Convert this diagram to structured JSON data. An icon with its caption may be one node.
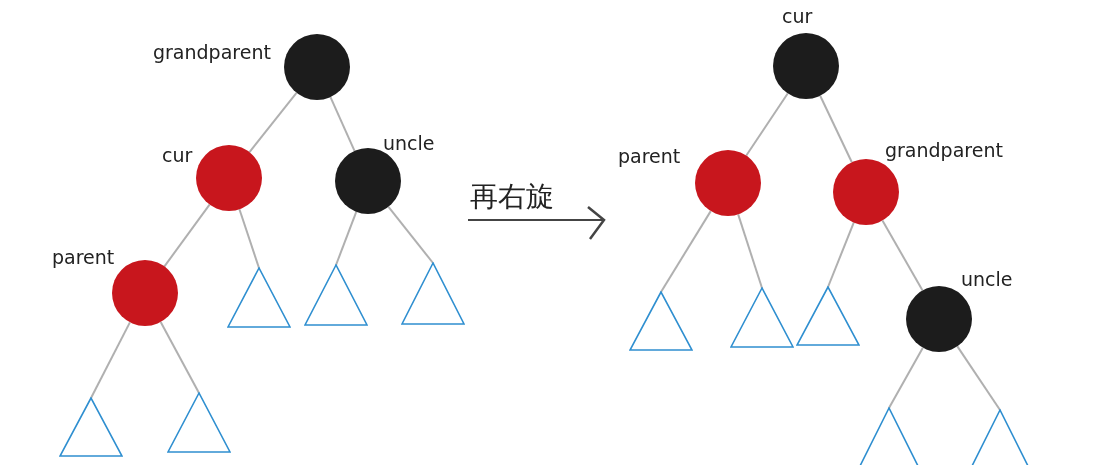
{
  "diagram": {
    "nodes": [
      {
        "text": [],
        "shape": "circle",
        "beside": [
          "grandparent"
        ]
      },
      {
        "text": [],
        "shape": "circle",
        "beside": [
          "cur"
        ]
      },
      {
        "text": [],
        "shape": "circle",
        "beside": [
          "uncle"
        ]
      },
      {
        "text": [],
        "shape": "circle",
        "beside": [
          "parent"
        ]
      },
      {
        "text": [],
        "shape": "triangle"
      },
      {
        "text": [],
        "shape": "triangle"
      },
      {
        "text": [],
        "shape": "triangle"
      },
      {
        "text": [],
        "shape": "triangle"
      },
      {
        "text": [],
        "shape": "triangle"
      },
      {
        "text": [],
        "shape": "circle",
        "beside": [
          "cur"
        ]
      },
      {
        "text": [],
        "shape": "circle",
        "beside": [
          "parent"
        ]
      },
      {
        "text": [],
        "shape": "circle",
        "beside": [
          "grandparent"
        ]
      },
      {
        "text": [],
        "shape": "triangle"
      },
      {
        "text": [],
        "shape": "triangle"
      },
      {
        "text": [],
        "shape": "triangle"
      },
      {
        "text": [],
        "shape": "circle",
        "beside": [
          "uncle"
        ]
      },
      {
        "text": [],
        "shape": "triangle"
      },
      {
        "text": [],
        "shape": "triangle"
      }
    ],
    "edges": [
      {
        "from": 0,
        "to": 1,
        "arrow": "none"
      },
      {
        "from": 0,
        "to": 2,
        "arrow": "none"
      },
      {
        "from": 1,
        "to": 3,
        "arrow": "none"
      },
      {
        "from": 1,
        "to": 4,
        "arrow": "none"
      },
      {
        "from": 2,
        "to": 5,
        "arrow": "none"
      },
      {
        "from": 2,
        "to": 6,
        "arrow": "none"
      },
      {
        "from": 3,
        "to": 7,
        "arrow": "none"
      },
      {
        "from": 3,
        "to": 8,
        "arrow": "none"
      },
      {
        "from": 9,
        "to": 10,
        "arrow": "none"
      },
      {
        "from": 9,
        "to": 11,
        "arrow": "none"
      },
      {
        "from": 10,
        "to": 12,
        "arrow": "none"
      },
      {
        "from": 10,
        "to": 13,
        "arrow": "none"
      },
      {
        "from": 11,
        "to": 14,
        "arrow": "none"
      },
      {
        "from": 11,
        "to": 15,
        "arrow": "none"
      },
      {
        "from": 15,
        "to": 16,
        "arrow": "none"
      },
      {
        "from": 15,
        "to": 17,
        "arrow": "none"
      }
    ],
    "labels": [
      "再右旋"
    ]
  }
}
